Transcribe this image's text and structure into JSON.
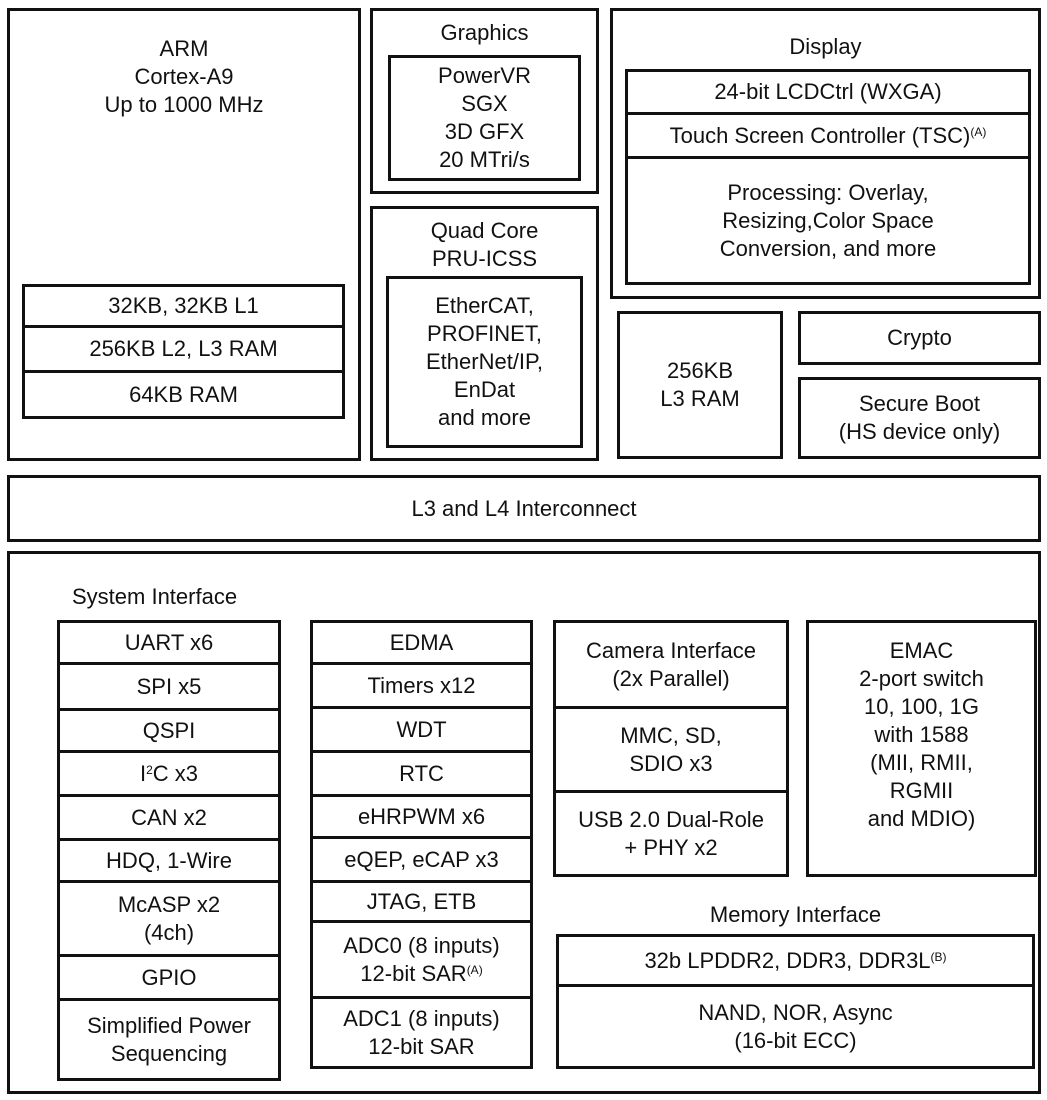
{
  "arm": {
    "lines": [
      "ARM",
      "Cortex-A9",
      "Up to 1000 MHz"
    ],
    "cache": [
      "32KB, 32KB L1",
      "256KB L2, L3 RAM",
      "64KB RAM"
    ]
  },
  "graphics": {
    "title": "Graphics",
    "lines": [
      "PowerVR",
      "SGX",
      "3D GFX",
      "20 MTri/s"
    ]
  },
  "pru": {
    "title": [
      "Quad Core",
      "PRU-ICSS"
    ],
    "lines": [
      "EtherCAT,",
      "PROFINET,",
      "EtherNet/IP,",
      "EnDat",
      "and more"
    ]
  },
  "display": {
    "title": "Display",
    "lcd": "24-bit LCDCtrl (WXGA)",
    "tsc": "Touch Screen Controller (TSC)",
    "tsc_note": "(A)",
    "processing": [
      "Processing: Overlay,",
      "Resizing,Color Space",
      "Conversion, and more"
    ]
  },
  "l3ram": [
    "256KB",
    "L3 RAM"
  ],
  "crypto": "Crypto",
  "secure_boot": [
    "Secure Boot",
    "(HS device only)"
  ],
  "interconnect": "L3 and L4 Interconnect",
  "system_interface": {
    "label": "System Interface",
    "col1": {
      "uart": "UART x6",
      "spi": "SPI x5",
      "qspi": "QSPI",
      "i2c_a": "I",
      "i2c_sup": "2",
      "i2c_b": "C x3",
      "can": "CAN x2",
      "hdq": "HDQ, 1-Wire",
      "mcasp": [
        "McASP x2",
        "(4ch)"
      ],
      "gpio": "GPIO",
      "power": [
        "Simplified Power",
        "Sequencing"
      ]
    },
    "col2": {
      "edma": "EDMA",
      "timers": "Timers x12",
      "wdt": "WDT",
      "rtc": "RTC",
      "ehrpwm": "eHRPWM x6",
      "eqep": "eQEP, eCAP x3",
      "jtag": "JTAG, ETB",
      "adc0": [
        "ADC0 (8 inputs)",
        "12-bit SAR"
      ],
      "adc0_note": "(A)",
      "adc1": [
        "ADC1 (8 inputs)",
        "12-bit SAR"
      ]
    },
    "col3": {
      "camera": [
        "Camera Interface",
        "(2x Parallel)"
      ],
      "mmc": [
        "MMC, SD,",
        "SDIO x3"
      ],
      "usb": [
        "USB 2.0 Dual-Role",
        "+ PHY x2"
      ]
    },
    "emac": [
      "EMAC",
      "2-port switch",
      "10, 100, 1G",
      "with 1588",
      "(MII, RMII,",
      "RGMII",
      "and MDIO)"
    ]
  },
  "memory_interface": {
    "label": "Memory Interface",
    "ddr": "32b LPDDR2, DDR3, DDR3L",
    "ddr_note": "(B)",
    "nand": [
      "NAND, NOR, Async",
      "(16-bit ECC)"
    ]
  }
}
